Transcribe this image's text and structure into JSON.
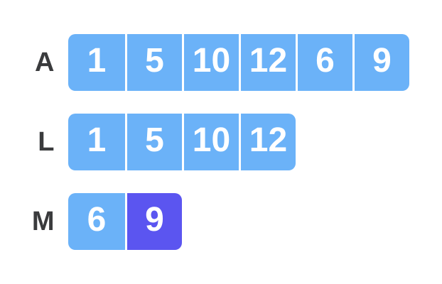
{
  "colors": {
    "page_background": "#ffffff",
    "cell_blue": "#6bb2f8",
    "cell_purple": "#5b55f0",
    "divider": "#ffffff",
    "cell_text": "#ffffff",
    "label_text": "#3a3b3d"
  },
  "rows": [
    {
      "label": "A",
      "cells": [
        {
          "value": "1",
          "highlight": false
        },
        {
          "value": "5",
          "highlight": false
        },
        {
          "value": "10",
          "highlight": false
        },
        {
          "value": "12",
          "highlight": false
        },
        {
          "value": "6",
          "highlight": false
        },
        {
          "value": "9",
          "highlight": false
        }
      ]
    },
    {
      "label": "L",
      "cells": [
        {
          "value": "1",
          "highlight": false
        },
        {
          "value": "5",
          "highlight": false
        },
        {
          "value": "10",
          "highlight": false
        },
        {
          "value": "12",
          "highlight": false
        }
      ]
    },
    {
      "label": "M",
      "cells": [
        {
          "value": "6",
          "highlight": false
        },
        {
          "value": "9",
          "highlight": true
        }
      ]
    }
  ]
}
